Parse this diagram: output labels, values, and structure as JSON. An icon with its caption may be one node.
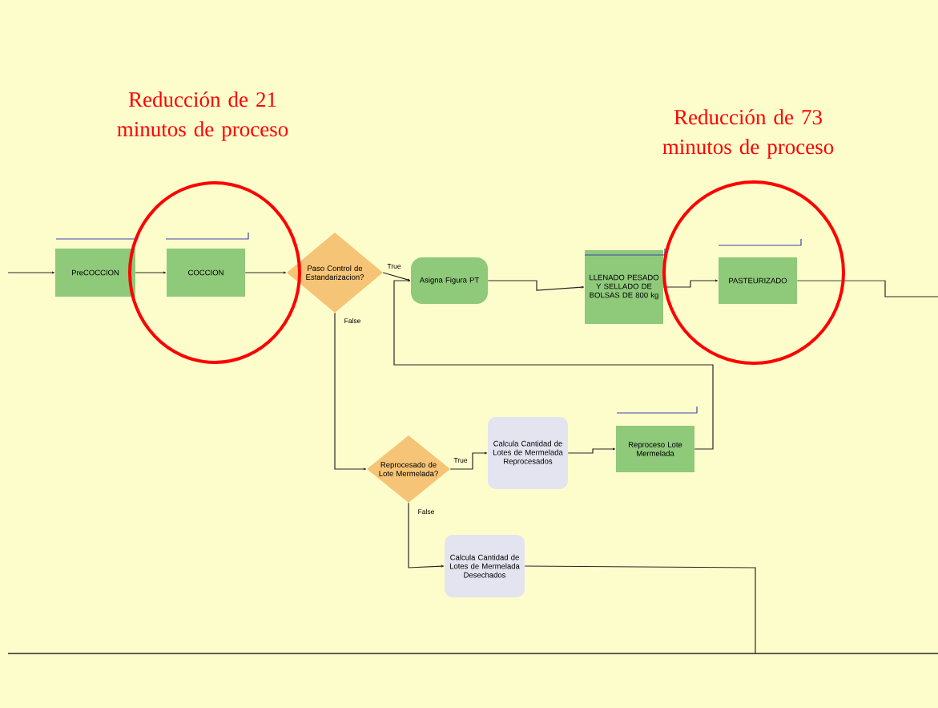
{
  "diagram": {
    "nodes": [
      {
        "text": [
          "PreCOCCION"
        ]
      },
      {
        "text": [
          "COCCION"
        ]
      },
      {
        "text": [
          "Paso Control de Estandarizacion?"
        ]
      },
      {
        "text": [
          "Asigna Figura PT"
        ]
      },
      {
        "text": [
          "LLENADO PESADO Y SELLADO DE BOLSAS DE 800 kg"
        ]
      },
      {
        "text": [
          "PASTEURIZADO"
        ]
      },
      {
        "text": [
          "Reprocesado de Lote Mermelada?"
        ]
      },
      {
        "text": [
          "Calcula Cantidad de Lotes de Mermelada Reprocesados"
        ]
      },
      {
        "text": [
          "Reproceso Lote Mermelada"
        ]
      },
      {
        "text": [
          "Calcula Cantidad de Lotes de Mermelada Desechados"
        ]
      }
    ],
    "edges": [
      {
        "from": null,
        "to": 0,
        "arrow": "to"
      },
      {
        "from": 0,
        "to": 1,
        "arrow": "to"
      },
      {
        "from": 1,
        "to": 2,
        "arrow": "to"
      },
      {
        "from": 2,
        "to": 3,
        "arrow": "to",
        "label": "True"
      },
      {
        "from": 2,
        "to": 6,
        "arrow": "to",
        "label": "False"
      },
      {
        "from": 3,
        "to": 4,
        "arrow": "to"
      },
      {
        "from": 4,
        "to": 5,
        "arrow": "to"
      },
      {
        "from": 5,
        "to": null,
        "arrow": "none"
      },
      {
        "from": 6,
        "to": 7,
        "arrow": "to",
        "label": "True"
      },
      {
        "from": 7,
        "to": 8,
        "arrow": "to"
      },
      {
        "from": 8,
        "to": 3,
        "arrow": "to"
      },
      {
        "from": 6,
        "to": 9,
        "arrow": "to",
        "label": "False"
      },
      {
        "from": 9,
        "to": null,
        "arrow": "none"
      }
    ],
    "labels": [
      "Reducción de 21 minutos de proceso",
      "Reducción de 73 minutos de proceso"
    ]
  }
}
